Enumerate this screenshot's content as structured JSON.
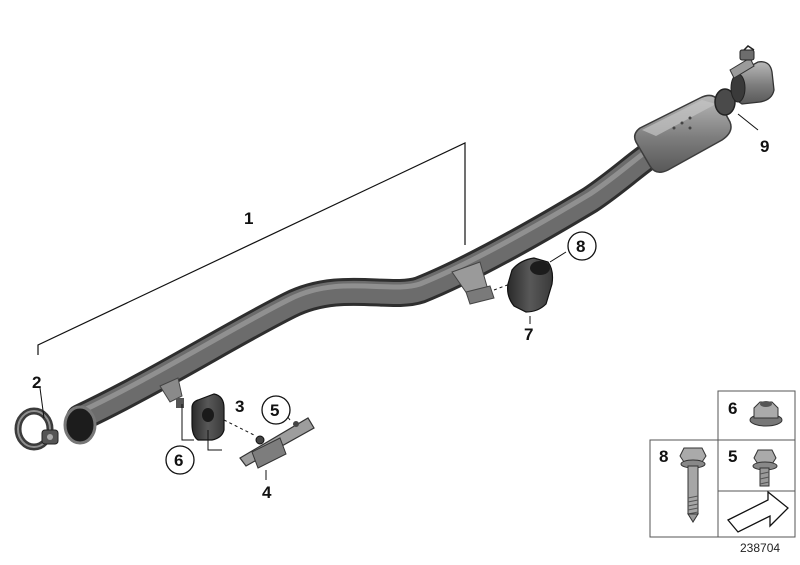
{
  "diagram": {
    "id_text": "238704",
    "callouts": {
      "c1": "1",
      "c2": "2",
      "c3": "3",
      "c4": "4",
      "c5": "5",
      "c6": "6",
      "c7": "7",
      "c8": "8",
      "c9": "9"
    },
    "legend": {
      "box6": "6",
      "box5": "5",
      "box8": "8"
    }
  }
}
